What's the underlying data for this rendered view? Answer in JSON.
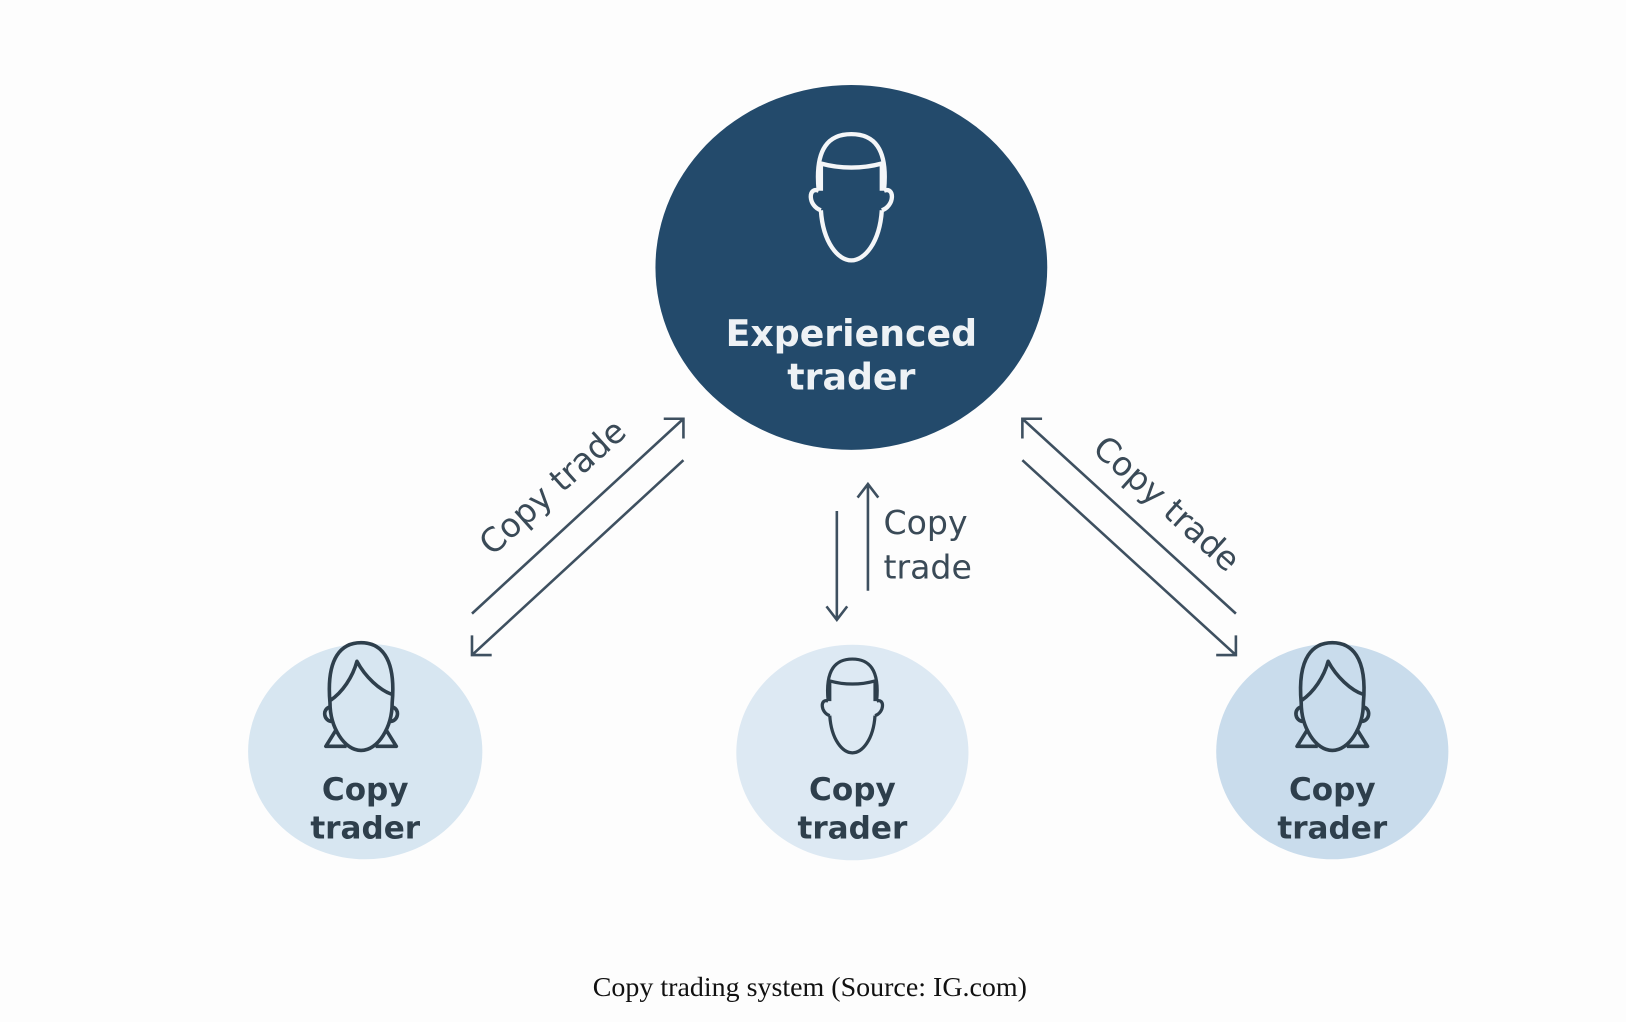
{
  "main_node": {
    "line1": "Experienced",
    "line2": "trader",
    "icon": "male-head-icon"
  },
  "copy_traders": [
    {
      "line1": "Copy",
      "line2": "trader",
      "icon": "female-head-icon"
    },
    {
      "line1": "Copy",
      "line2": "trader",
      "icon": "male-head-icon"
    },
    {
      "line1": "Copy",
      "line2": "trader",
      "icon": "female-head-icon"
    }
  ],
  "edge_labels": {
    "left": "Copy trade",
    "middle_line1": "Copy",
    "middle_line2": "trade",
    "right": "Copy trade"
  },
  "caption": "Copy trading system (Source: IG.com)",
  "colors": {
    "main_circle": "#234a6b",
    "copy_circle": "#d7e6f1",
    "copy_circle_right": "#c9dcec",
    "ink": "#2e3f4c"
  }
}
